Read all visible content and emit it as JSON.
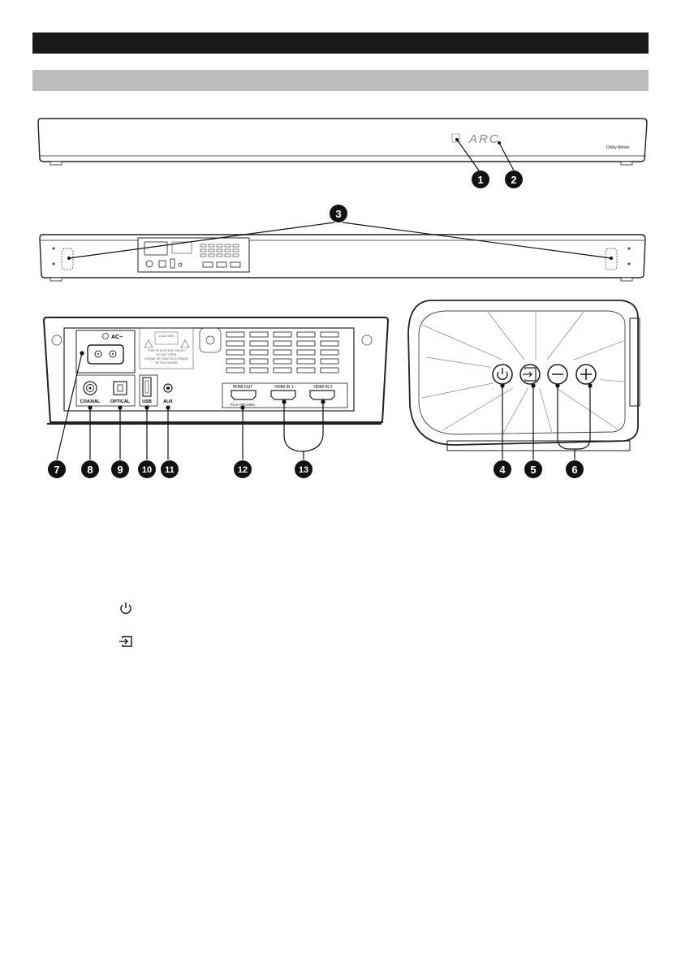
{
  "display_text": "ARC",
  "brand_logo": "Dolby Atmos",
  "back_panel": {
    "ac_label": "AC~",
    "caution_title": "CAUTION",
    "caution_lines": [
      "RISK OF ELECTRIC SHOCK",
      "DO NOT OPEN",
      "RISQUE DE CHOC ÉLECTRIQUE",
      "NE PAS OUVRIR"
    ],
    "coaxial_label": "COAXIAL",
    "optical_label": "OPTICAL",
    "usb_label": "USB",
    "aux_label": "AUX",
    "hdmi_out_label": "HDMI OUT",
    "hdmi_out_sub": "TV e-ARC/ARC",
    "hdmi_in1_label": "HDMI IN 1",
    "hdmi_in2_label": "HDMI IN 2"
  },
  "callouts": [
    "1",
    "2",
    "3",
    "4",
    "5",
    "6",
    "7",
    "8",
    "9",
    "10",
    "11",
    "12",
    "13"
  ],
  "legend_icons": [
    "power-icon",
    "input-icon"
  ],
  "colors": {
    "dark_bar": "#1a1a1a",
    "grey_bar": "#bdbdbd",
    "callout": "#111111"
  }
}
